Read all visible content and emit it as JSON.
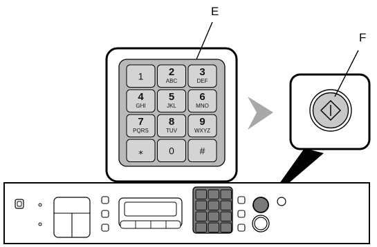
{
  "callouts": {
    "keypad": "E",
    "start": "F"
  },
  "keypad": {
    "keys": [
      {
        "main": "1",
        "sub": ""
      },
      {
        "main": "2",
        "sub": "ABC"
      },
      {
        "main": "3",
        "sub": "DEF"
      },
      {
        "main": "4",
        "sub": "GHI"
      },
      {
        "main": "5",
        "sub": "JKL"
      },
      {
        "main": "6",
        "sub": "MNO"
      },
      {
        "main": "7",
        "sub": "PQRS"
      },
      {
        "main": "8",
        "sub": "TUV"
      },
      {
        "main": "9",
        "sub": "WXYZ"
      },
      {
        "main": "⁎",
        "sub": ""
      },
      {
        "main": "0",
        "sub": ""
      },
      {
        "main": "#",
        "sub": ""
      }
    ]
  },
  "colors": {
    "key_fill": "#d4d4d4",
    "keypad_fill": "#b9b9b9",
    "panel_keypad_fill": "#7a7a7a",
    "arrow_fill": "#a8a8a8"
  }
}
